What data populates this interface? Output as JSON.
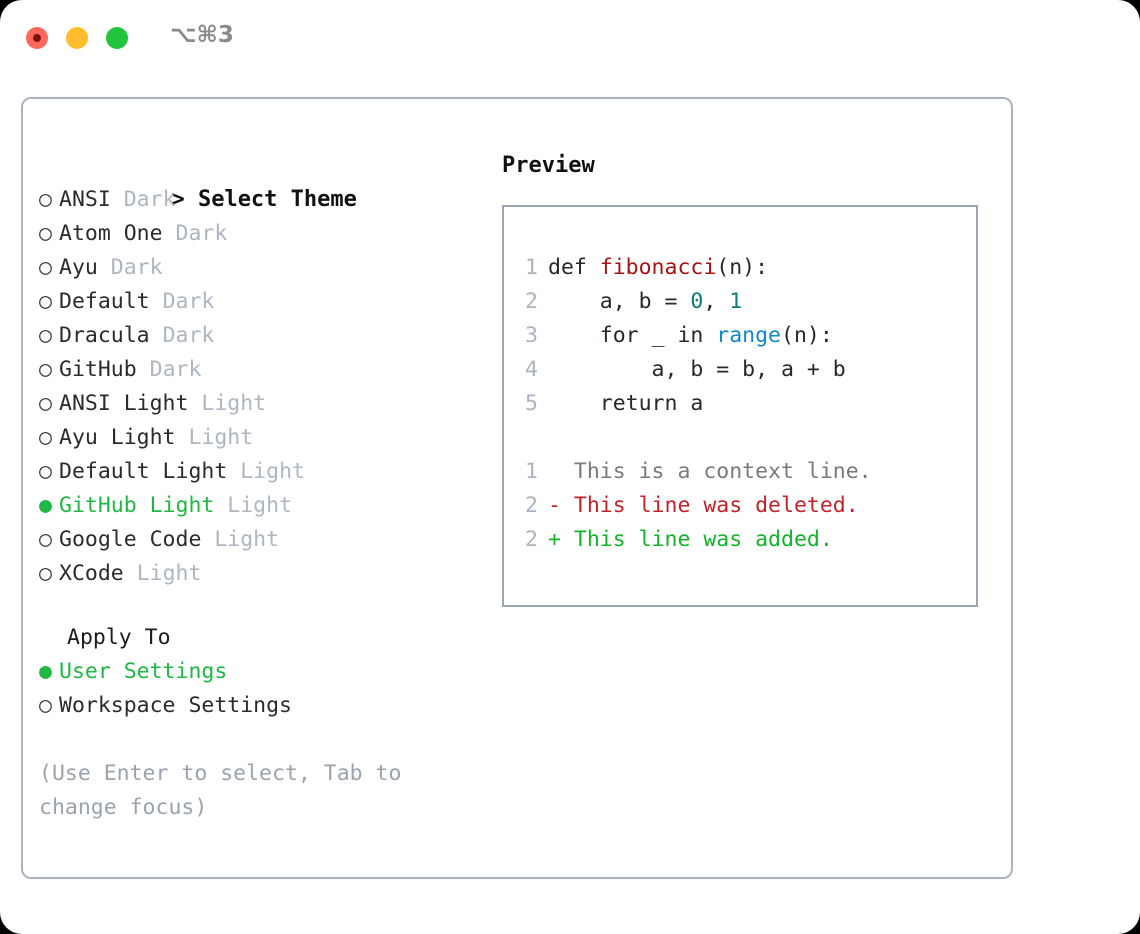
{
  "titlebar": {
    "shortcut": "⌥⌘3",
    "lights": [
      {
        "name": "close",
        "color": "#ff675c"
      },
      {
        "name": "minimize",
        "color": "#ffbd2e"
      },
      {
        "name": "zoom",
        "color": "#22c43e"
      }
    ]
  },
  "colors": {
    "selected_green": "#1fb845",
    "tag_gray": "#aeb6c0",
    "hint_gray": "#9aa3ae",
    "panel_border": "#aab4c0",
    "preview_border": "#9aa5b3",
    "lineno": "#a9b3c1",
    "fn_red": "#a31515",
    "num_teal": "#0b7c79",
    "call_blue": "#1188c8",
    "diff_context": "#7a7a7a",
    "diff_deleted": "#c0232a",
    "diff_added": "#15b32a"
  },
  "theme_list": {
    "caret": ">",
    "title": "Select Theme",
    "bullet_unselected": "○",
    "bullet_selected": "●",
    "items": [
      {
        "name": "ANSI",
        "tag": "Dark",
        "selected": false
      },
      {
        "name": "Atom One",
        "tag": "Dark",
        "selected": false
      },
      {
        "name": "Ayu",
        "tag": "Dark",
        "selected": false
      },
      {
        "name": "Default",
        "tag": "Dark",
        "selected": false
      },
      {
        "name": "Dracula",
        "tag": "Dark",
        "selected": false
      },
      {
        "name": "GitHub",
        "tag": "Dark",
        "selected": false
      },
      {
        "name": "ANSI Light",
        "tag": "Light",
        "selected": false
      },
      {
        "name": "Ayu Light",
        "tag": "Light",
        "selected": false
      },
      {
        "name": "Default Light",
        "tag": "Light",
        "selected": false
      },
      {
        "name": "GitHub Light",
        "tag": "Light",
        "selected": true
      },
      {
        "name": "Google Code",
        "tag": "Light",
        "selected": false
      },
      {
        "name": "XCode",
        "tag": "Light",
        "selected": false
      }
    ]
  },
  "apply_to": {
    "label": "Apply To",
    "options": [
      {
        "name": "User Settings",
        "selected": true
      },
      {
        "name": "Workspace Settings",
        "selected": false
      }
    ]
  },
  "hint": "(Use Enter to select, Tab to change focus)",
  "preview": {
    "title": "Preview",
    "code": [
      {
        "lineno": "1",
        "segments": [
          {
            "t": "def ",
            "c": "plain"
          },
          {
            "t": "fibonacci",
            "c": "fn"
          },
          {
            "t": "(n):",
            "c": "plain"
          }
        ]
      },
      {
        "lineno": "2",
        "segments": [
          {
            "t": "    a, b = ",
            "c": "plain"
          },
          {
            "t": "0",
            "c": "num"
          },
          {
            "t": ", ",
            "c": "plain"
          },
          {
            "t": "1",
            "c": "num"
          }
        ]
      },
      {
        "lineno": "3",
        "segments": [
          {
            "t": "    for _ in ",
            "c": "plain"
          },
          {
            "t": "range",
            "c": "call"
          },
          {
            "t": "(n):",
            "c": "plain"
          }
        ]
      },
      {
        "lineno": "4",
        "segments": [
          {
            "t": "        a, b = b, a + b",
            "c": "plain"
          }
        ]
      },
      {
        "lineno": "5",
        "segments": [
          {
            "t": "    return a",
            "c": "plain"
          }
        ]
      }
    ],
    "diff": [
      {
        "lineno": "1",
        "marker": "  ",
        "text": "This is a context line.",
        "kind": "context"
      },
      {
        "lineno": "2",
        "marker": "- ",
        "text": "This line was deleted.",
        "kind": "deleted"
      },
      {
        "lineno": "2",
        "marker": "+ ",
        "text": "This line was added.",
        "kind": "added"
      }
    ]
  }
}
